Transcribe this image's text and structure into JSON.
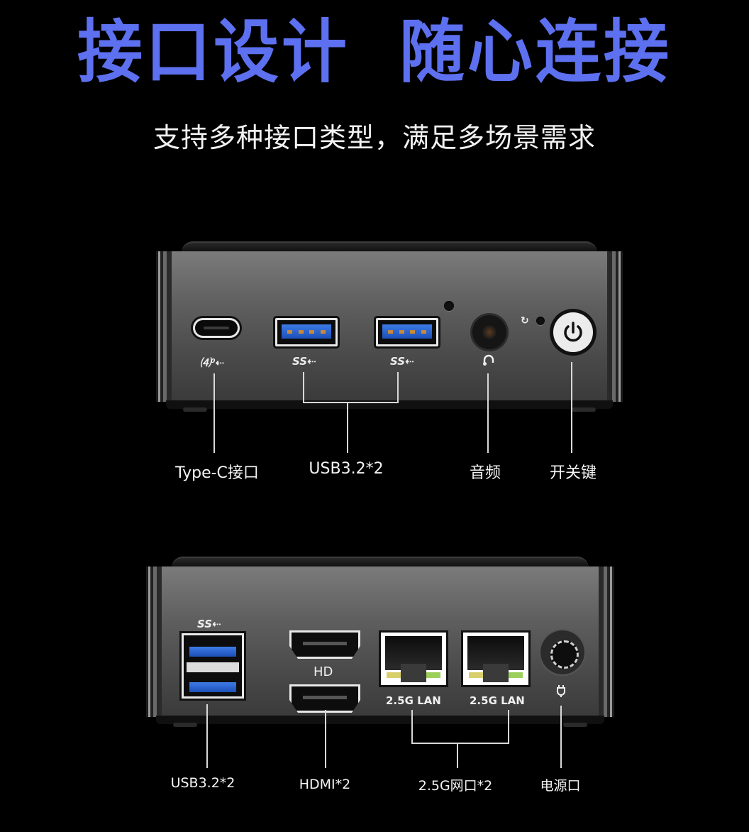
{
  "header": {
    "title_part1": "接口设计",
    "title_part2": "随心连接",
    "subtitle": "支持多种接口类型，满足多场景需求",
    "title_color": "#5d70f0"
  },
  "front_panel": {
    "port_icons": {
      "typec_mark": "⑷⁰⇠",
      "usb_mark_1": "SS⇠",
      "usb_mark_2": "SS⇠",
      "audio_mark": "headphone-icon",
      "reset_mark": "↻"
    },
    "callouts": [
      {
        "label": "Type-C接口"
      },
      {
        "label": "USB3.2*2"
      },
      {
        "label": "音频"
      },
      {
        "label": "开关键"
      }
    ]
  },
  "rear_panel": {
    "port_text": {
      "usb_mark": "SS⇠",
      "hdmi_mark": "HD",
      "lan1": "2.5G LAN",
      "lan2": "2.5G LAN",
      "power_mark": "⏻"
    },
    "callouts": [
      {
        "label": "USB3.2*2"
      },
      {
        "label": "HDMI*2"
      },
      {
        "label": "2.5G网口*2"
      },
      {
        "label": "电源口"
      }
    ]
  },
  "colors": {
    "background": "#000000",
    "usb_blue": "#2f66d6",
    "chassis_gray": "#5f5f5f"
  }
}
